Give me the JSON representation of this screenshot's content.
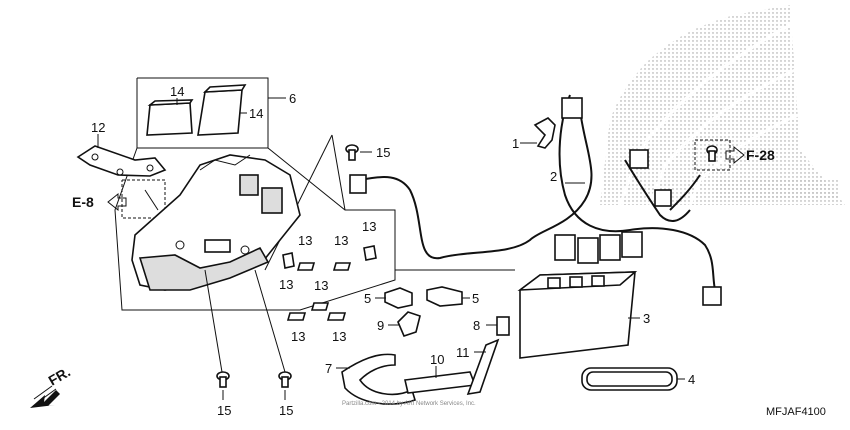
{
  "diagram": {
    "callouts": [
      "14",
      "14",
      "6",
      "12",
      "15",
      "1",
      "2",
      "13",
      "13",
      "13",
      "13",
      "13",
      "13",
      "13",
      "13",
      "5",
      "5",
      "9",
      "8",
      "3",
      "7",
      "10",
      "11",
      "4",
      "15",
      "15"
    ],
    "references": {
      "e8": "E-8",
      "f28": "F-28"
    },
    "direction_label": "FR.",
    "diagram_code": "MFJAF4100",
    "copyright": "Partzilla.com - 2014 by ARI Network Services, Inc."
  },
  "icons": {
    "direction": "fr-arrow-icon",
    "ref_arrow": "outline-arrow-icon",
    "logo": "wing-logo-icon"
  },
  "colors": {
    "ink": "#111111",
    "dots": "#9a9a9a",
    "background": "#ffffff"
  }
}
